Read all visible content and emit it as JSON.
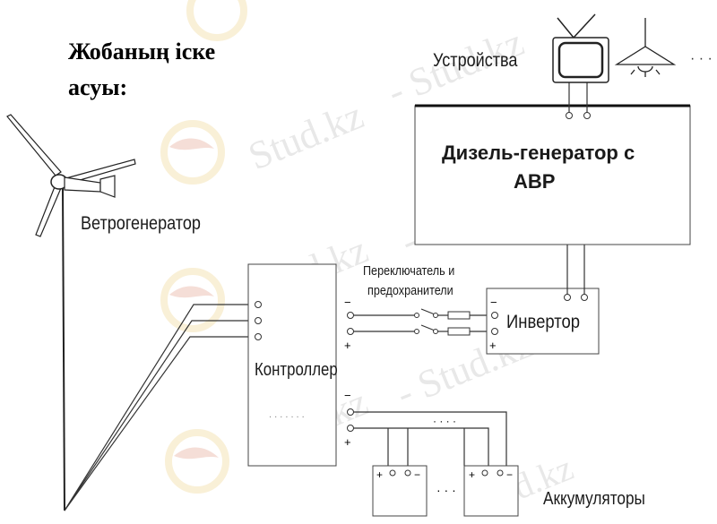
{
  "heading": {
    "line1": "Жобаның іске",
    "line2": "асуы:"
  },
  "labels": {
    "devices": "Устройства",
    "ellipsis_devices": "· · ·",
    "diesel_line1": "Дизель-генератор с",
    "diesel_line2": "АВР",
    "wind_generator": "Ветрогенератор",
    "switch_fuse_line1": "Переключатель и",
    "switch_fuse_line2": "предохранители",
    "inverter": "Инвертор",
    "controller": "Контроллер",
    "batteries": "Аккумуляторы",
    "batteries_ellipsis": "· · ·",
    "top_ellipsis": "· · · ·",
    "mid_dots": ". . . . . . .",
    "minus": "−",
    "plus": "+"
  },
  "watermark": {
    "text": "Stud.kz",
    "alt_text": "- Stud.kz"
  }
}
